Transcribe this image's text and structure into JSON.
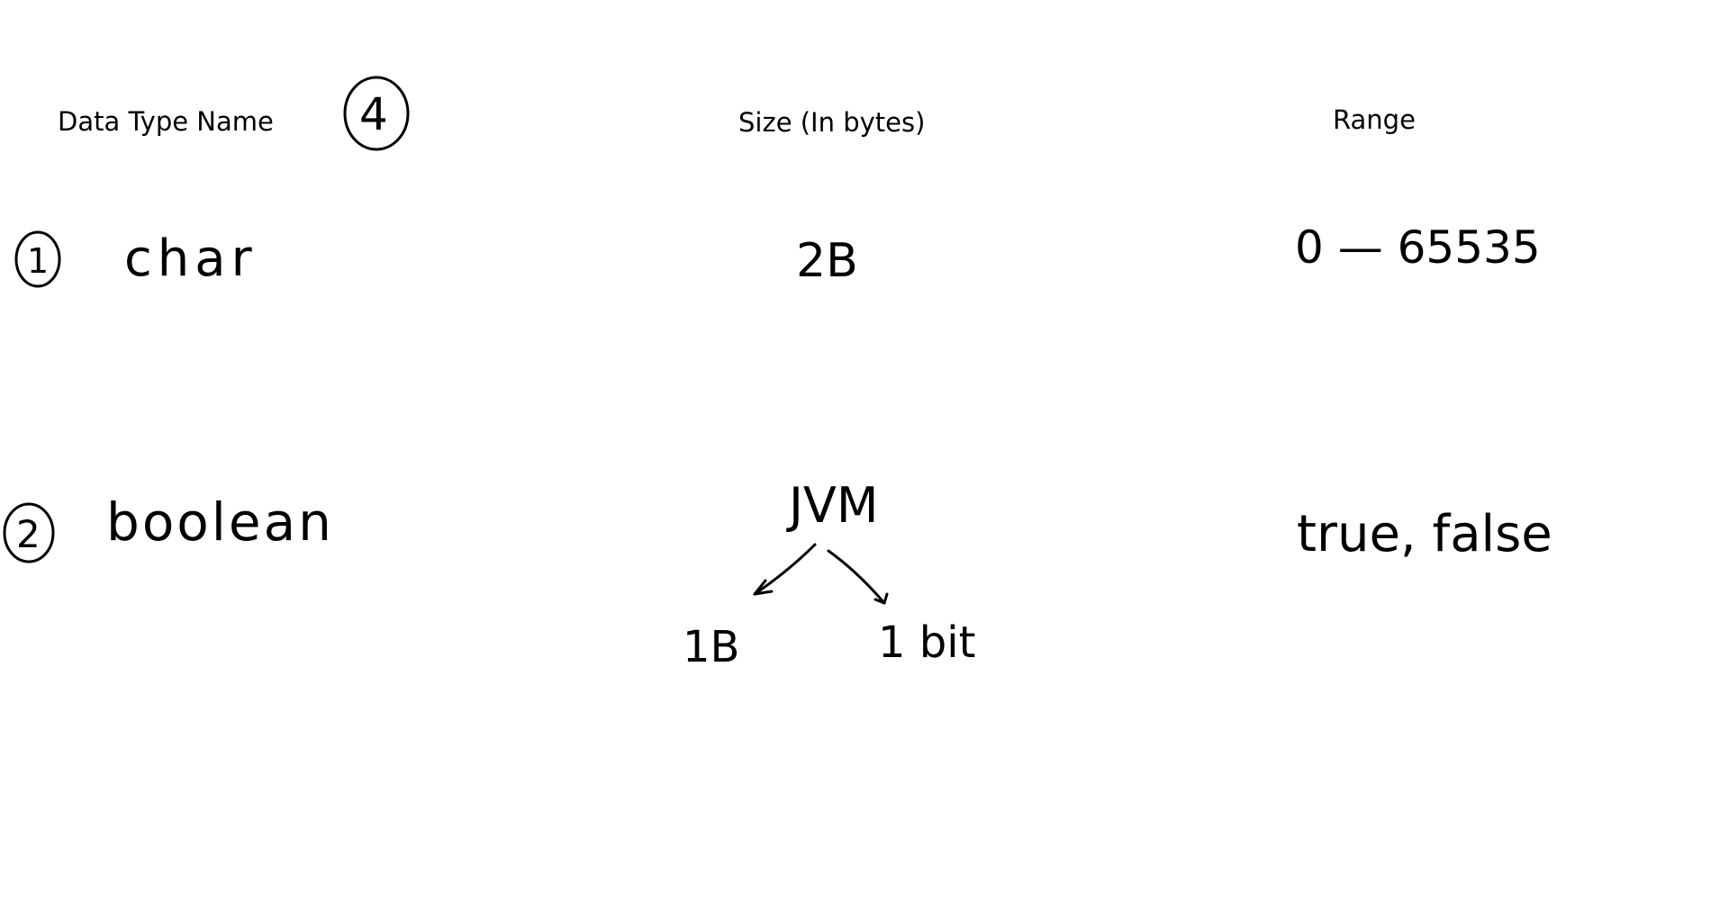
{
  "table": {
    "headers": {
      "name": "Data Type Name",
      "size": "Size (In bytes)",
      "range": "Range"
    },
    "rows": [
      {
        "number": "1",
        "name": "char",
        "size": "2B",
        "range": "0 — 65535"
      },
      {
        "number": "2",
        "name": "boolean",
        "size_head": "JVM",
        "size_options": [
          "1B",
          "1 bit"
        ],
        "range": "true, false"
      }
    ],
    "count_marker": "4"
  },
  "ink_color": "#000000"
}
